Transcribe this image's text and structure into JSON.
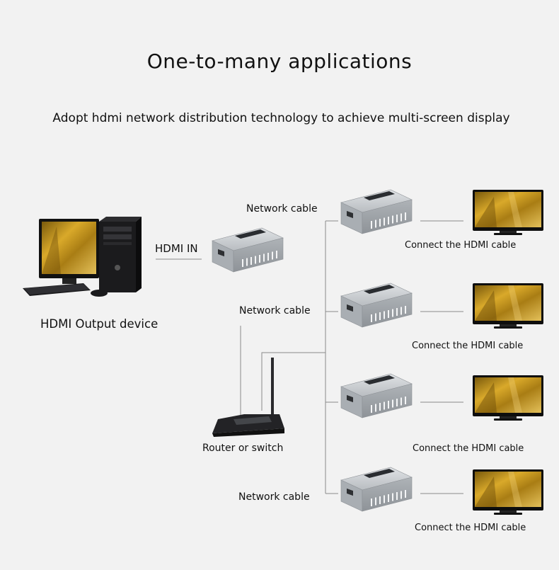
{
  "header": {
    "title": "One-to-many applications",
    "subtitle": "Adopt hdmi network distribution technology to achieve multi-screen display"
  },
  "labels": {
    "hdmi_in": "HDMI IN",
    "source_device": "HDMI Output device",
    "router": "Router or switch",
    "network_cable_top": "Network cable",
    "network_cable_mid": "Network cable",
    "network_cable_bottom": "Network cable",
    "connect_1": "Connect the HDMI cable",
    "connect_2": "Connect the HDMI cable",
    "connect_3": "Connect the HDMI cable",
    "connect_4": "Connect the HDMI cable"
  },
  "icons": {
    "source": "desktop-computer-icon",
    "transmitter": "hdmi-extender-transmitter-icon",
    "router": "router-icon",
    "receiver": "hdmi-extender-receiver-icon",
    "display": "tv-monitor-icon"
  },
  "colors": {
    "background": "#f2f2f2",
    "line": "#8a8a8a",
    "device_body": "#c6c9cc",
    "device_face": "#9ea3a8",
    "screen_gold": "#c8961e"
  }
}
